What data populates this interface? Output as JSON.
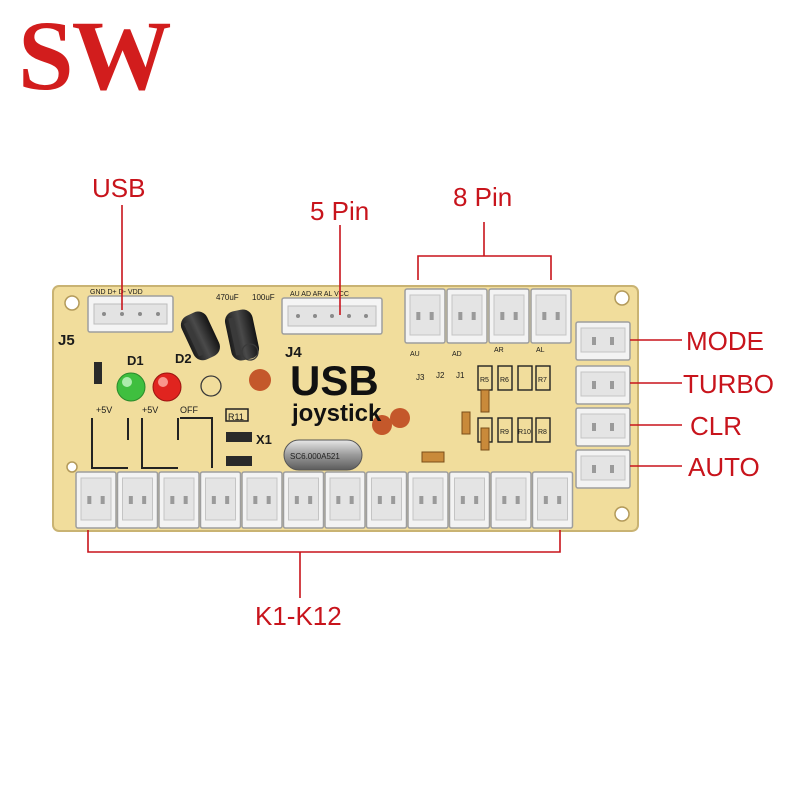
{
  "brand": {
    "logo_text": "SW",
    "logo_color": "#d21d1d"
  },
  "board": {
    "color": "#f1dd9c",
    "title_main": "USB",
    "title_sub": "joystick",
    "silkscreen": {
      "j5": "J5",
      "j4": "J4",
      "d1": "D1",
      "d2": "D2",
      "x1": "X1",
      "r11": "R11",
      "plus5v_a": "+5V",
      "plus5v_b": "+5V",
      "off": "OFF",
      "j5_pins": "GND D+ D- VDD",
      "j4_pins": "AU AD AR AL VCC",
      "j3": "J3",
      "j2": "J2",
      "j1": "J1",
      "au": "AU",
      "ad": "AD",
      "ar": "AR",
      "al": "AL",
      "r5": "R5",
      "r6": "R6",
      "r7": "R7",
      "r8": "R8",
      "r9": "R9",
      "r10": "R10",
      "cap1": "470uF",
      "cap2": "100uF",
      "crystal": "SC6.000A521"
    }
  },
  "callouts": {
    "usb": "USB",
    "five_pin": "5 Pin",
    "eight_pin": "8 Pin",
    "mode": "MODE",
    "turbo": "TURBO",
    "clr": "CLR",
    "auto": "AUTO",
    "k_range": "K1-K12"
  },
  "colors": {
    "callout": "#c8141c",
    "connector": "#f3f3f3",
    "led_green": "#3fbf3f",
    "led_red": "#e0241f"
  }
}
